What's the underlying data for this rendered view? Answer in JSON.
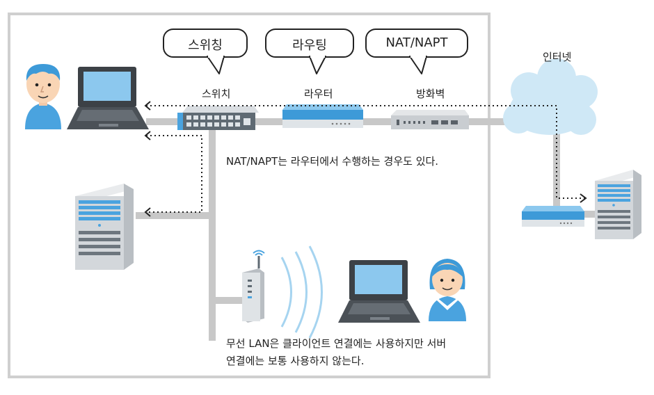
{
  "bubbles": {
    "switching": "스위칭",
    "routing": "라우팅",
    "nat": "NAT/NAPT"
  },
  "devices": {
    "switch": "스위치",
    "router": "라우터",
    "firewall": "방화벽",
    "internet": "인터넷"
  },
  "notes": {
    "nat_note": "NAT/NAPT는 라우터에서 수행하는 경우도 있다.",
    "wireless_line1": "무선 LAN은 클라이언트 연결에는 사용하지만 서버",
    "wireless_line2": "연결에는 보통 사용하지 않는다."
  },
  "colors": {
    "wire": "#c8c8c8",
    "frame": "#cfcfcf",
    "accent_blue": "#4aa3df",
    "cloud": "#cfe8f6",
    "wave": "#a6d4f0"
  }
}
